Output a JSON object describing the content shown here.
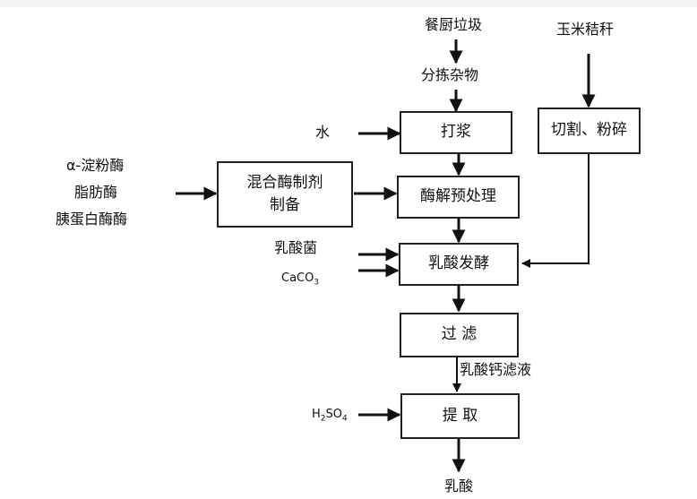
{
  "diagram": {
    "inputs": {
      "food_waste": "餐厨垃圾",
      "sorting": "分拣杂物",
      "corn_straw": "玉米秸秆",
      "water": "水",
      "enzymes": [
        "α-淀粉酶",
        "脂肪酶",
        "胰蛋白酶酶"
      ],
      "lactobacillus": "乳酸菌",
      "caco3_base": "CaCO",
      "caco3_sub": "3",
      "h2so4_h": "H",
      "h2so4_2": "2",
      "h2so4_so": "SO",
      "h2so4_4": "4"
    },
    "boxes": {
      "pulping": "打浆",
      "cutting": "切割、粉碎",
      "mixed_enzyme_line1": "混合酶制剂",
      "mixed_enzyme_line2": "制备",
      "enzymolysis": "酶解预处理",
      "fermentation": "乳酸发酵",
      "filtration": "过 滤",
      "extraction": "提 取"
    },
    "edge_labels": {
      "calcium_lactate_filtrate": "乳酸钙滤液"
    },
    "output": {
      "lactic_acid": "乳酸"
    }
  }
}
